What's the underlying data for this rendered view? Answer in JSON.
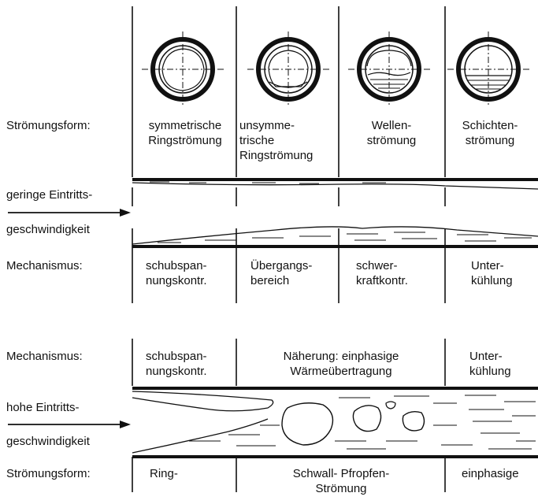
{
  "top": {
    "stroemungsform_label": "Strömungsform:",
    "columns": [
      "symmetrische\nRingströmung",
      "unsymme-\ntrische\nRingströmung",
      "Wellen-\nströmung",
      "Schichten-\nströmung"
    ],
    "inlet_label_1": "geringe Eintritts-",
    "inlet_label_2": "geschwindigkeit",
    "mechanismus_label": "Mechanismus:",
    "mechanisms": [
      "schubspan-\nnungskontr.",
      "Übergangs-\nbereich",
      "schwer-\nkraftkontr.",
      "Unter-\nkühlung"
    ]
  },
  "bottom": {
    "mechanismus_label": "Mechanismus:",
    "mechanisms": [
      "schubspan-\nnungskontr.",
      "Näherung: einphasige\nWärmeübertragung",
      "Unter-\nkühlung"
    ],
    "inlet_label_1": "hohe Eintritts-",
    "inlet_label_2": "geschwindigkeit",
    "stroemungsform_label": "Strömungsform:",
    "forms": [
      "Ring-",
      "Schwall- Pfropfen-\nStrömung",
      "einphasige"
    ]
  }
}
